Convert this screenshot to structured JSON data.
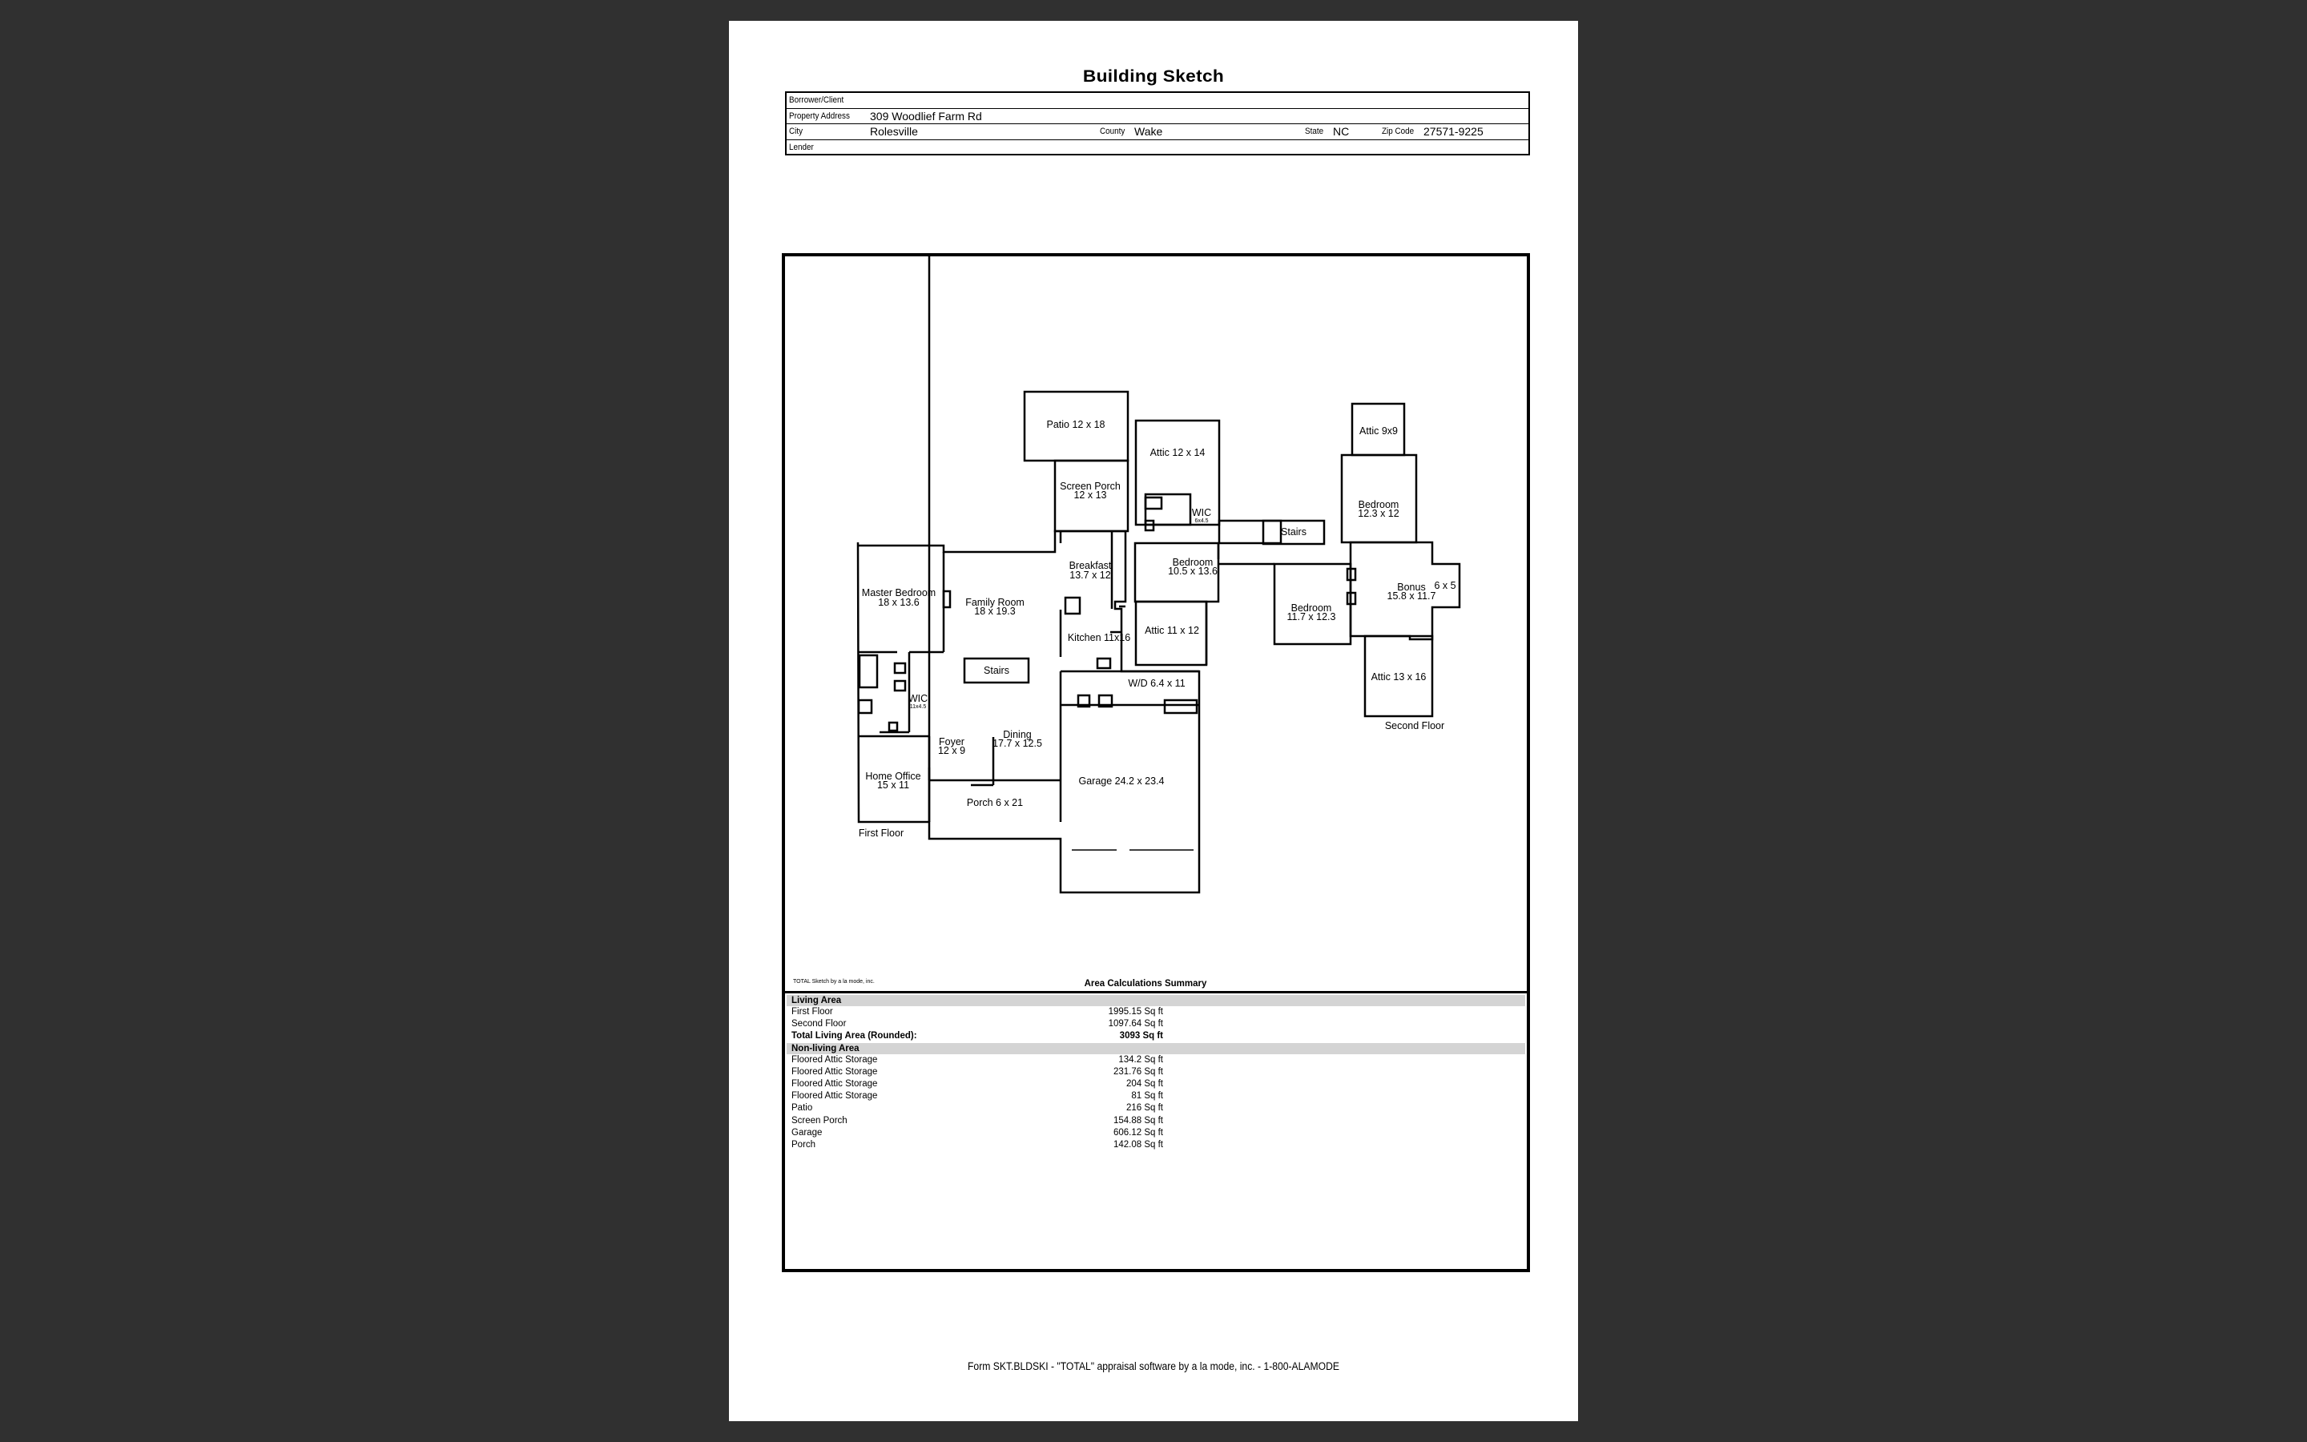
{
  "document": {
    "title": "Building Sketch",
    "footer": "Form SKT.BLDSKI - \"TOTAL\" appraisal software by a la mode, inc. - 1-800-ALAMODE"
  },
  "info": {
    "borrower_label": "Borrower/Client",
    "borrower_value": "",
    "address_label": "Property Address",
    "address_value": "309 Woodlief Farm Rd",
    "city_label": "City",
    "city_value": "Rolesville",
    "county_label": "County",
    "county_value": "Wake",
    "state_label": "State",
    "state_value": "NC",
    "zip_label": "Zip Code",
    "zip_value": "27571-9225",
    "lender_label": "Lender",
    "lender_value": ""
  },
  "sketch": {
    "credit": "TOTAL Sketch by a la mode, inc.",
    "rooms": {
      "patio": "Patio 12 x 18",
      "screen_porch_1": "Screen Porch",
      "screen_porch_2": "12 x 13",
      "breakfast_1": "Breakfast",
      "breakfast_2": "13.7 x 12",
      "master_1": "Master Bedroom",
      "master_2": "18 x 13.6",
      "family_1": "Family Room",
      "family_2": "18 x 19.3",
      "kitchen": "Kitchen 11x16",
      "stairs_1": "Stairs",
      "wic_1a": "WIC",
      "wic_1b": "11x4.5",
      "wd": "W/D 6.4 x 11",
      "foyer_1": "Foyer",
      "foyer_2": "12 x 9",
      "dining_1": "Dining",
      "dining_2": "17.7 x 12.5",
      "office_1": "Home Office",
      "office_2": "15 x 11",
      "porch": "Porch 6 x 21",
      "garage": "Garage 24.2 x 23.4",
      "first_floor": "First Floor",
      "attic_12x14": "Attic 12 x 14",
      "wic_2a": "WIC",
      "wic_2b": "6x4.5",
      "stairs_2": "Stairs",
      "bedroom_a1": "Bedroom",
      "bedroom_a2": "10.5 x 13.6",
      "attic_11x12": "Attic 11 x 12",
      "attic_9x9": "Attic 9x9",
      "bedroom_b1": "Bedroom",
      "bedroom_b2": "12.3 x 12",
      "bedroom_c1": "Bedroom",
      "bedroom_c2": "11.7 x 12.3",
      "bonus_1": "Bonus",
      "bonus_2": "15.8 x 11.7",
      "six_by_five": "6 x 5",
      "attic_13x16": "Attic 13 x 16",
      "second_floor": "Second Floor"
    }
  },
  "summary": {
    "title": "Area Calculations Summary",
    "living_header": "Living Area",
    "living": [
      {
        "name": "First Floor",
        "value": "1995.15 Sq ft"
      },
      {
        "name": "Second Floor",
        "value": "1097.64 Sq ft"
      }
    ],
    "total_label": "Total Living Area (Rounded):",
    "total_value": "3093 Sq ft",
    "nonliving_header": "Non-living Area",
    "nonliving": [
      {
        "name": "Floored Attic Storage",
        "value": "134.2 Sq ft"
      },
      {
        "name": "Floored Attic Storage",
        "value": "231.76 Sq ft"
      },
      {
        "name": "Floored Attic Storage",
        "value": "204 Sq ft"
      },
      {
        "name": "Floored Attic Storage",
        "value": "81 Sq ft"
      },
      {
        "name": "Patio",
        "value": "216 Sq ft"
      },
      {
        "name": "Screen Porch",
        "value": "154.88 Sq ft"
      },
      {
        "name": "Garage",
        "value": "606.12 Sq ft"
      },
      {
        "name": "Porch",
        "value": "142.08 Sq ft"
      }
    ]
  }
}
